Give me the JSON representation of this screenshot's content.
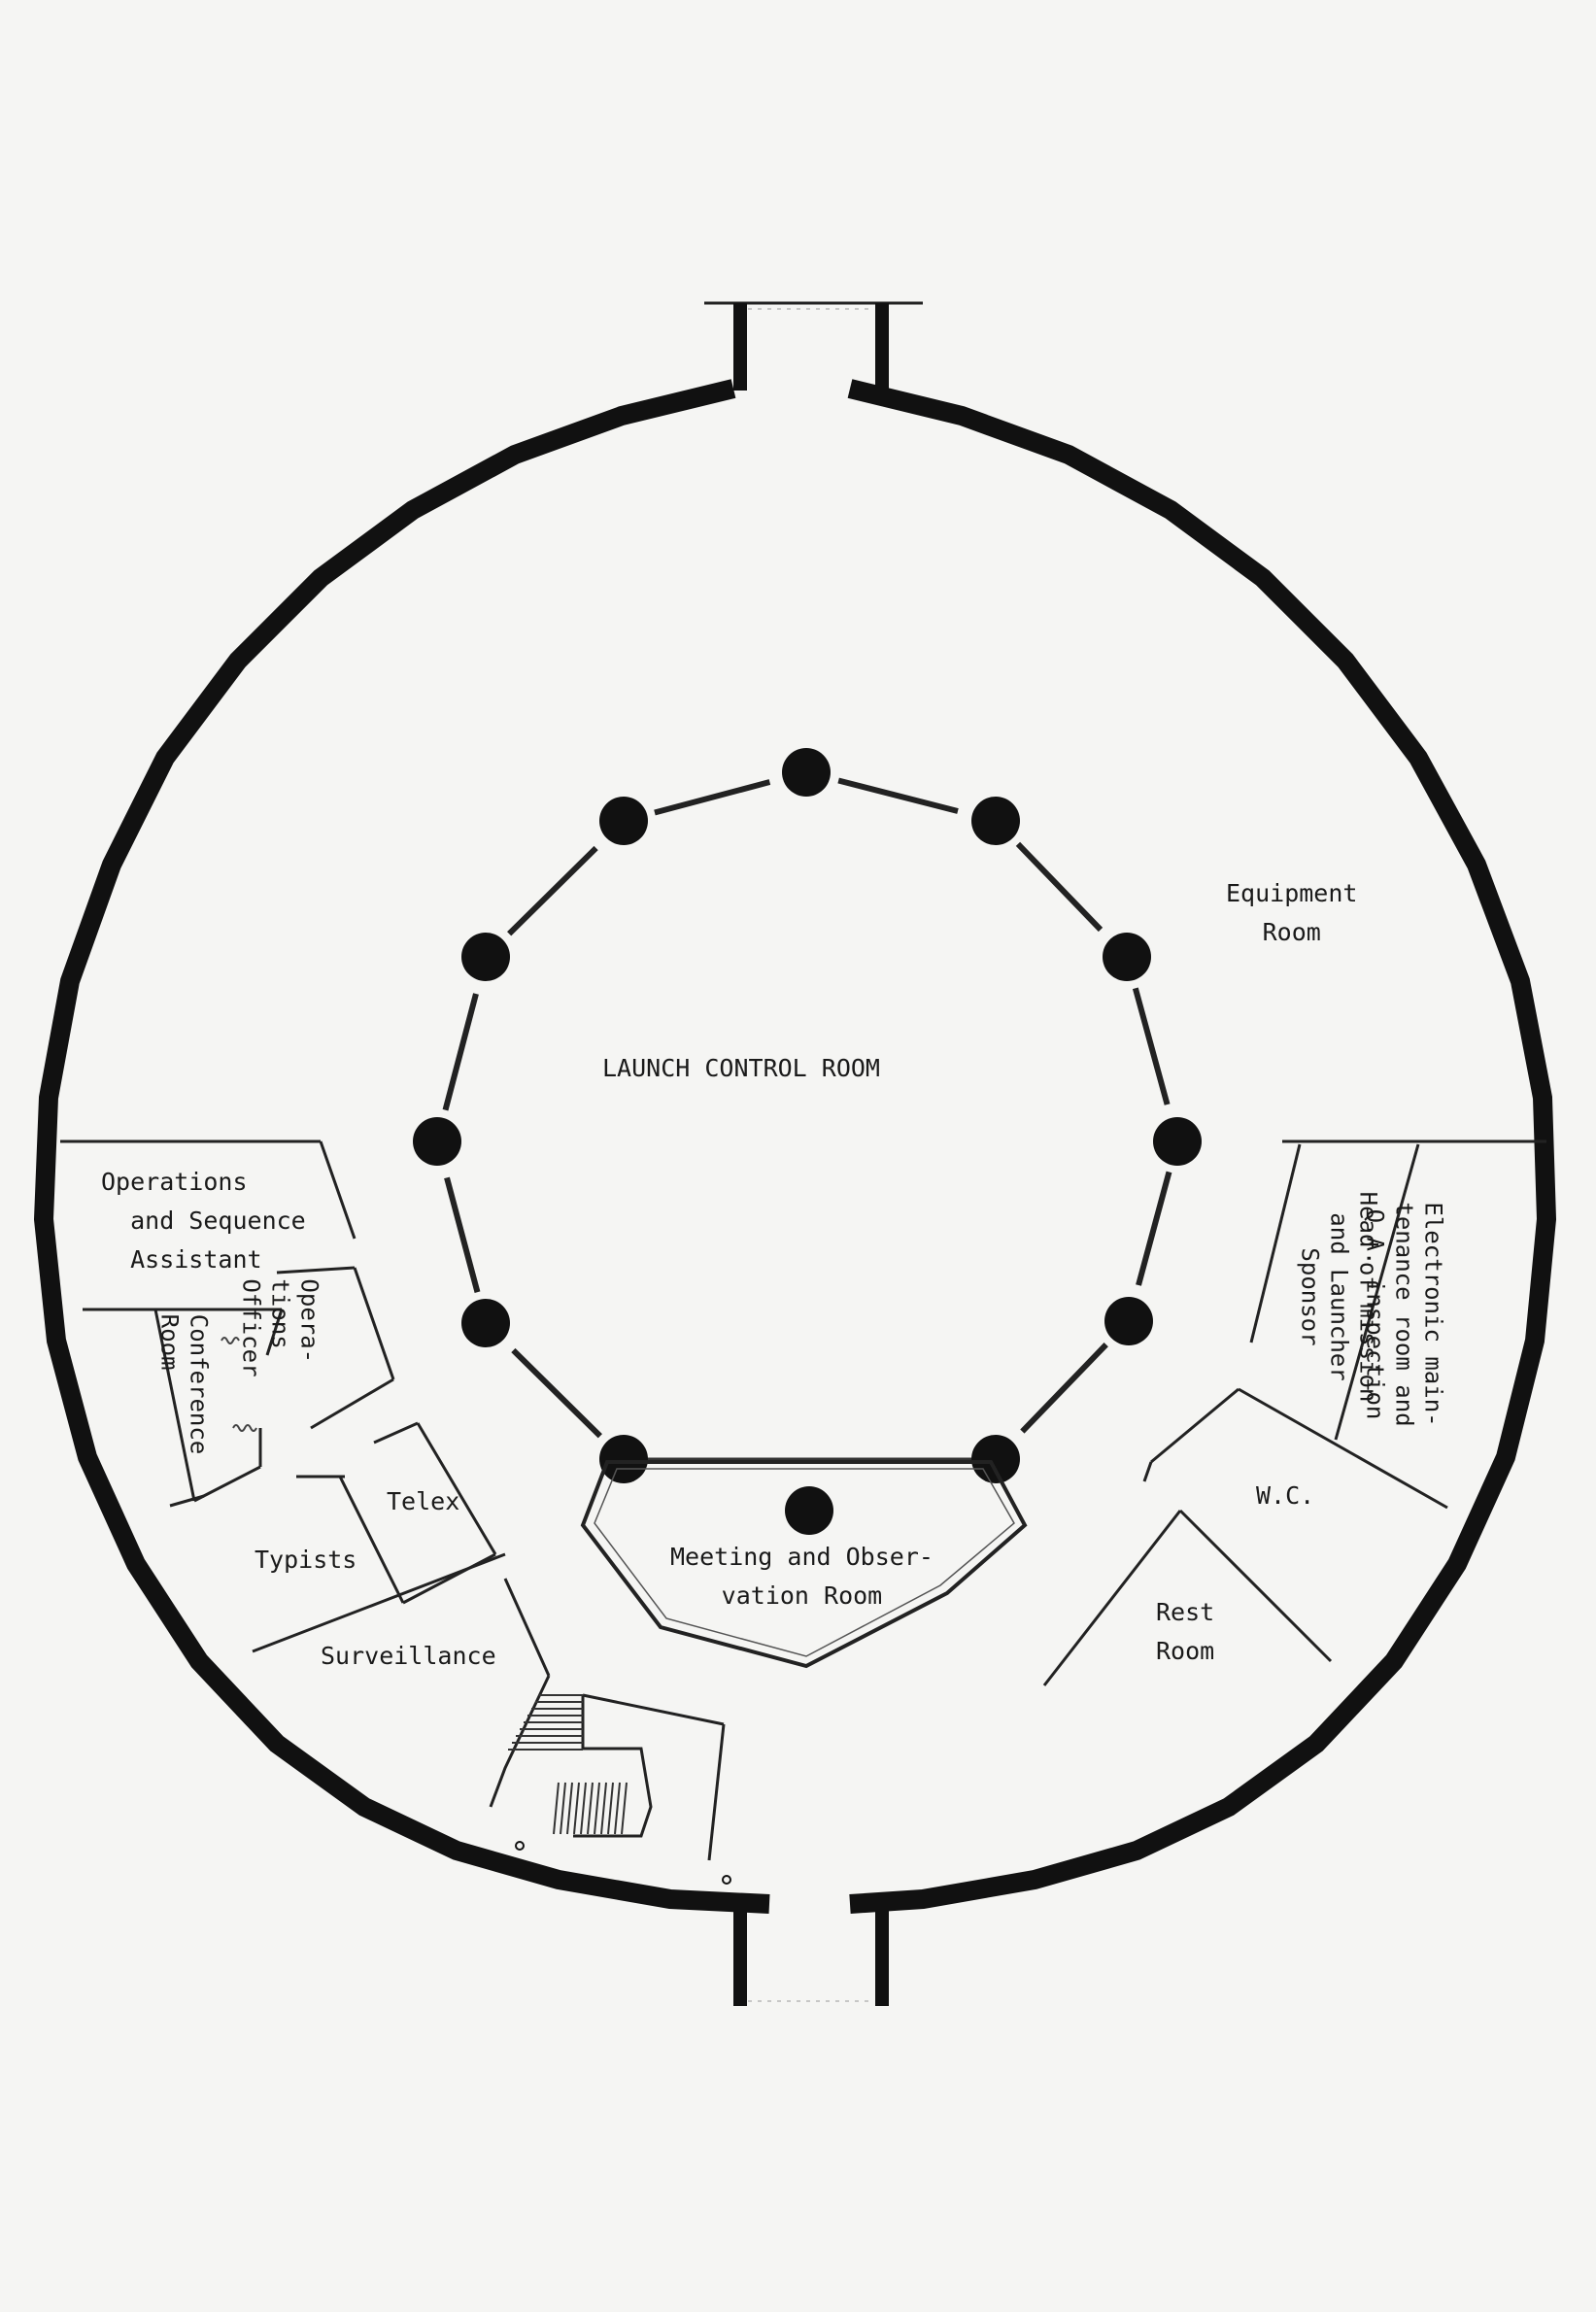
{
  "colors": {
    "ink": "#111111",
    "paper": "#f5f5f3",
    "thin": "#333333"
  },
  "labels": {
    "launch_control_room": "LAUNCH CONTROL ROOM",
    "equipment_room": "Equipment\nRoom",
    "operations_sequence_assistant": "Operations\n  and Sequence\n  Assistant",
    "operations_officer": "Opera-\ntions\nOfficer",
    "conference_room": "Conference\nRoom",
    "telex": "Telex",
    "typists": "Typists",
    "surveillance": "Surveillance",
    "meeting_observation_room": "Meeting and Obser-\nvation Room",
    "electronic_maintenance": "Electronic main-\ntenance room and\nQ.A. inspection",
    "head_of_mission": "Head of mission\nand Launcher\nSponsor",
    "wc": "W.C.",
    "rest_room": "Rest\nRoom"
  }
}
